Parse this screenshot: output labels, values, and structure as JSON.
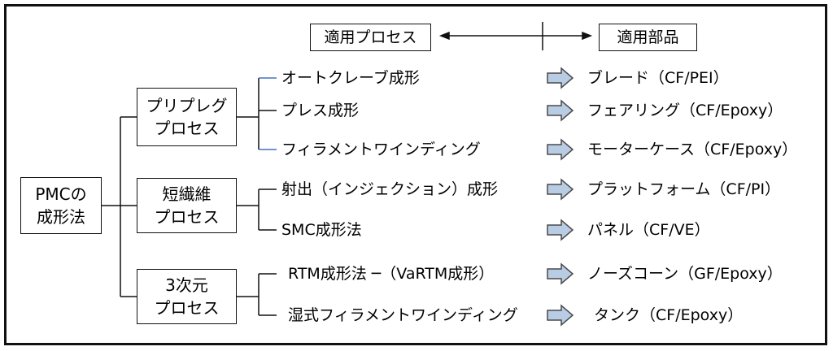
{
  "header": {
    "process_title": "適用プロセス",
    "parts_title": "適用部品"
  },
  "root": {
    "line1": "PMCの",
    "line2": "成形法"
  },
  "groups": [
    {
      "name_line1": "プリプレグ",
      "name_line2": "プロセス",
      "rows": [
        {
          "process": "オートクレーブ成形",
          "part": "ブレード（CF/PEI）"
        },
        {
          "process": "プレス成形",
          "part": "フェアリング（CF/Epoxy）"
        },
        {
          "process": "フィラメントワインディング",
          "part": "モーターケース（CF/Epoxy）"
        }
      ]
    },
    {
      "name_line1": "短繊維",
      "name_line2": "プロセス",
      "rows": [
        {
          "process": "射出（インジェクション）成形",
          "part": "プラットフォーム（CF/PI）"
        },
        {
          "process": "SMC成形法",
          "part": "パネル（CF/VE）"
        }
      ]
    },
    {
      "name_line1": "3次元",
      "name_line2": "プロセス",
      "rows": [
        {
          "process": "RTM成形法 ─（VaRTM成形）",
          "part": "ノーズコーン（GF/Epoxy）"
        },
        {
          "process": "湿式フィラメントワインディング",
          "part": "タンク（CF/Epoxy）"
        }
      ]
    }
  ],
  "colors": {
    "arrow_fill": "#b8cce4",
    "arrow_stroke": "#4a4a4a",
    "line": "#111111",
    "accent_line": "#4472c4"
  },
  "icons": {
    "row_arrow": "right-block-arrow-icon",
    "header_arrow": "double-arrow-icon"
  }
}
